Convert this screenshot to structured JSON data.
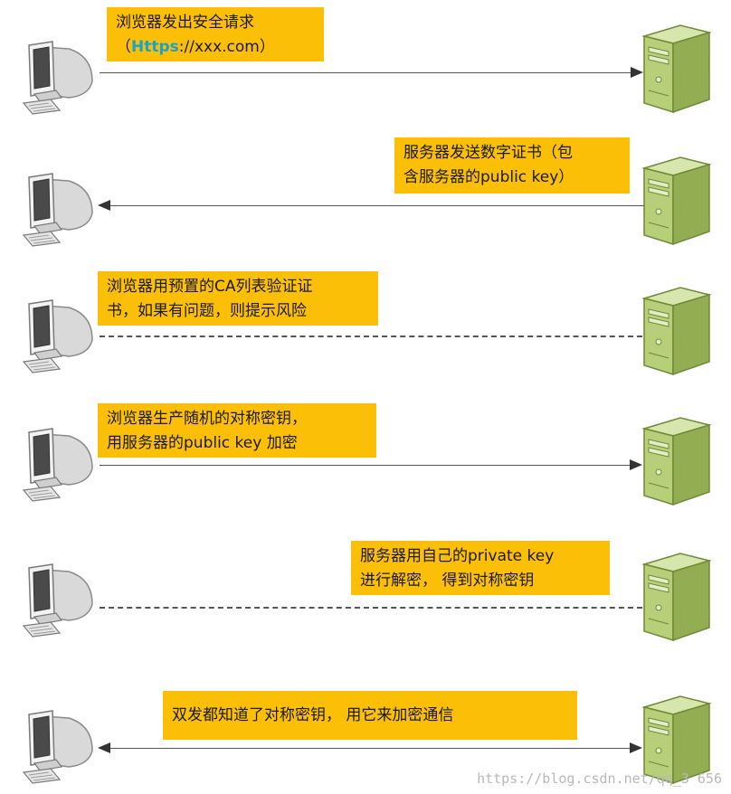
{
  "steps": [
    {
      "line1_prefix": "浏览器发出安全请求",
      "line2_https": "Https",
      "line2_rest": "://xxx.com）",
      "line2_open": "（",
      "style": "solid",
      "arrow": "right"
    },
    {
      "line1": "服务器发送数字证书（包",
      "line2": "含服务器的public key）",
      "style": "solid",
      "arrow": "left"
    },
    {
      "line1": "浏览器用预置的CA列表验证证",
      "line2": "书，如果有问题，则提示风险",
      "style": "dashed",
      "arrow": "none"
    },
    {
      "line1": "浏览器生产随机的对称密钥，",
      "line2": "用服务器的public key 加密",
      "style": "solid",
      "arrow": "right"
    },
    {
      "line1": "服务器用自己的private key",
      "line2": "进行解密，  得到对称密钥",
      "style": "dashed",
      "arrow": "none"
    },
    {
      "line1": "双发都知道了对称密钥，  用它来加密通信",
      "style": "solid",
      "arrow": "both"
    }
  ],
  "watermark": "https://blog.csdn.net/qq_3      656",
  "colors": {
    "label_bg": "#fbbf08",
    "server": "#a9c46a",
    "line": "#555555"
  }
}
